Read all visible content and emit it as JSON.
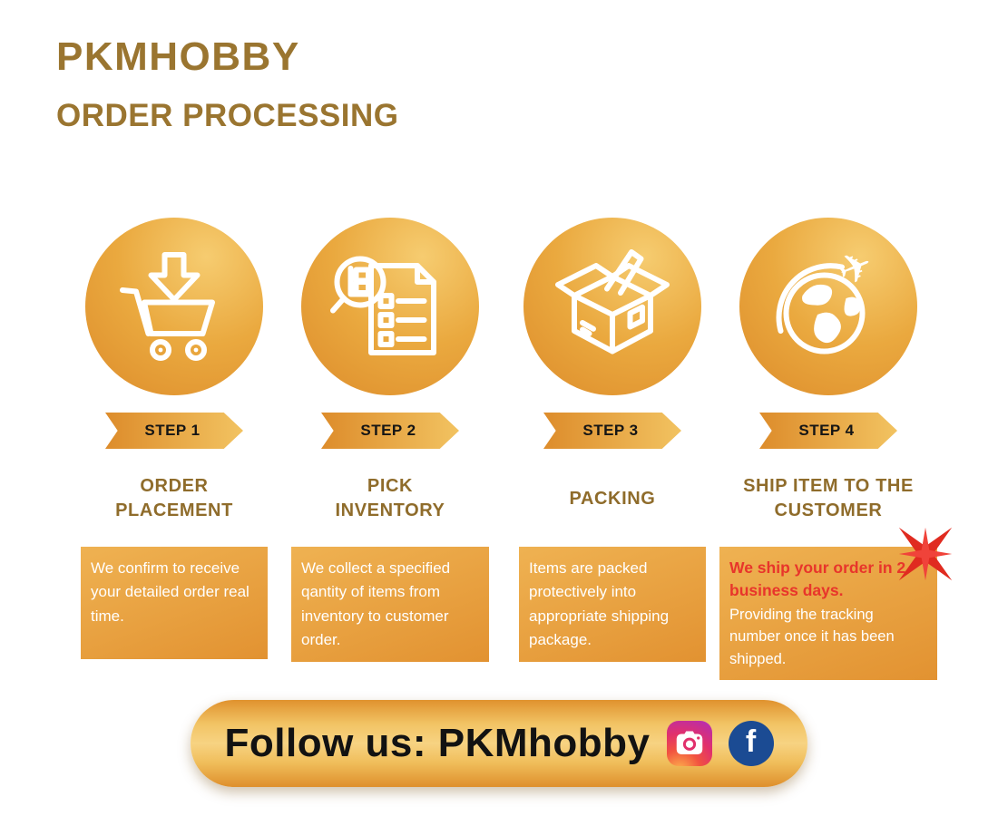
{
  "header": {
    "brand": "PKMHOBBY",
    "subtitle": "ORDER PROCESSING"
  },
  "steps": [
    {
      "badge": "STEP 1",
      "title": "ORDER PLACEMENT",
      "description": "We confirm to receive your detailed order real time.",
      "icon": "cart-arrow-down-icon"
    },
    {
      "badge": "STEP 2",
      "title": "PICK INVENTORY",
      "description": "We collect a specified qantity of items from inventory to customer order.",
      "icon": "inventory-checklist-magnifier-icon"
    },
    {
      "badge": "STEP 3",
      "title": "PACKING",
      "description": "Items are packed protectively into appropriate shipping package.",
      "icon": "packing-box-tape-icon"
    },
    {
      "badge": "STEP 4",
      "title": "SHIP ITEM TO THE CUSTOMER",
      "description_bold": "We ship your order in 2 business days.",
      "description_rest": "Providing the tracking number once it has been shipped.",
      "icon": "globe-airplane-icon"
    }
  ],
  "footer": {
    "label": "Follow us: PKMhobby",
    "social": [
      {
        "name": "instagram-icon"
      },
      {
        "name": "facebook-icon",
        "glyph": "f"
      }
    ]
  },
  "colors": {
    "gold_dark": "#DD8C2B",
    "gold_light": "#F2C361",
    "brand_brown": "#9A7530",
    "step_title_brown": "#8F6C2B",
    "box_text_white": "#FFFFFF",
    "highlight_red": "#E8352B",
    "facebook_blue": "#1B4B93",
    "footer_text_black": "#121212",
    "background": "#FFFFFF"
  }
}
